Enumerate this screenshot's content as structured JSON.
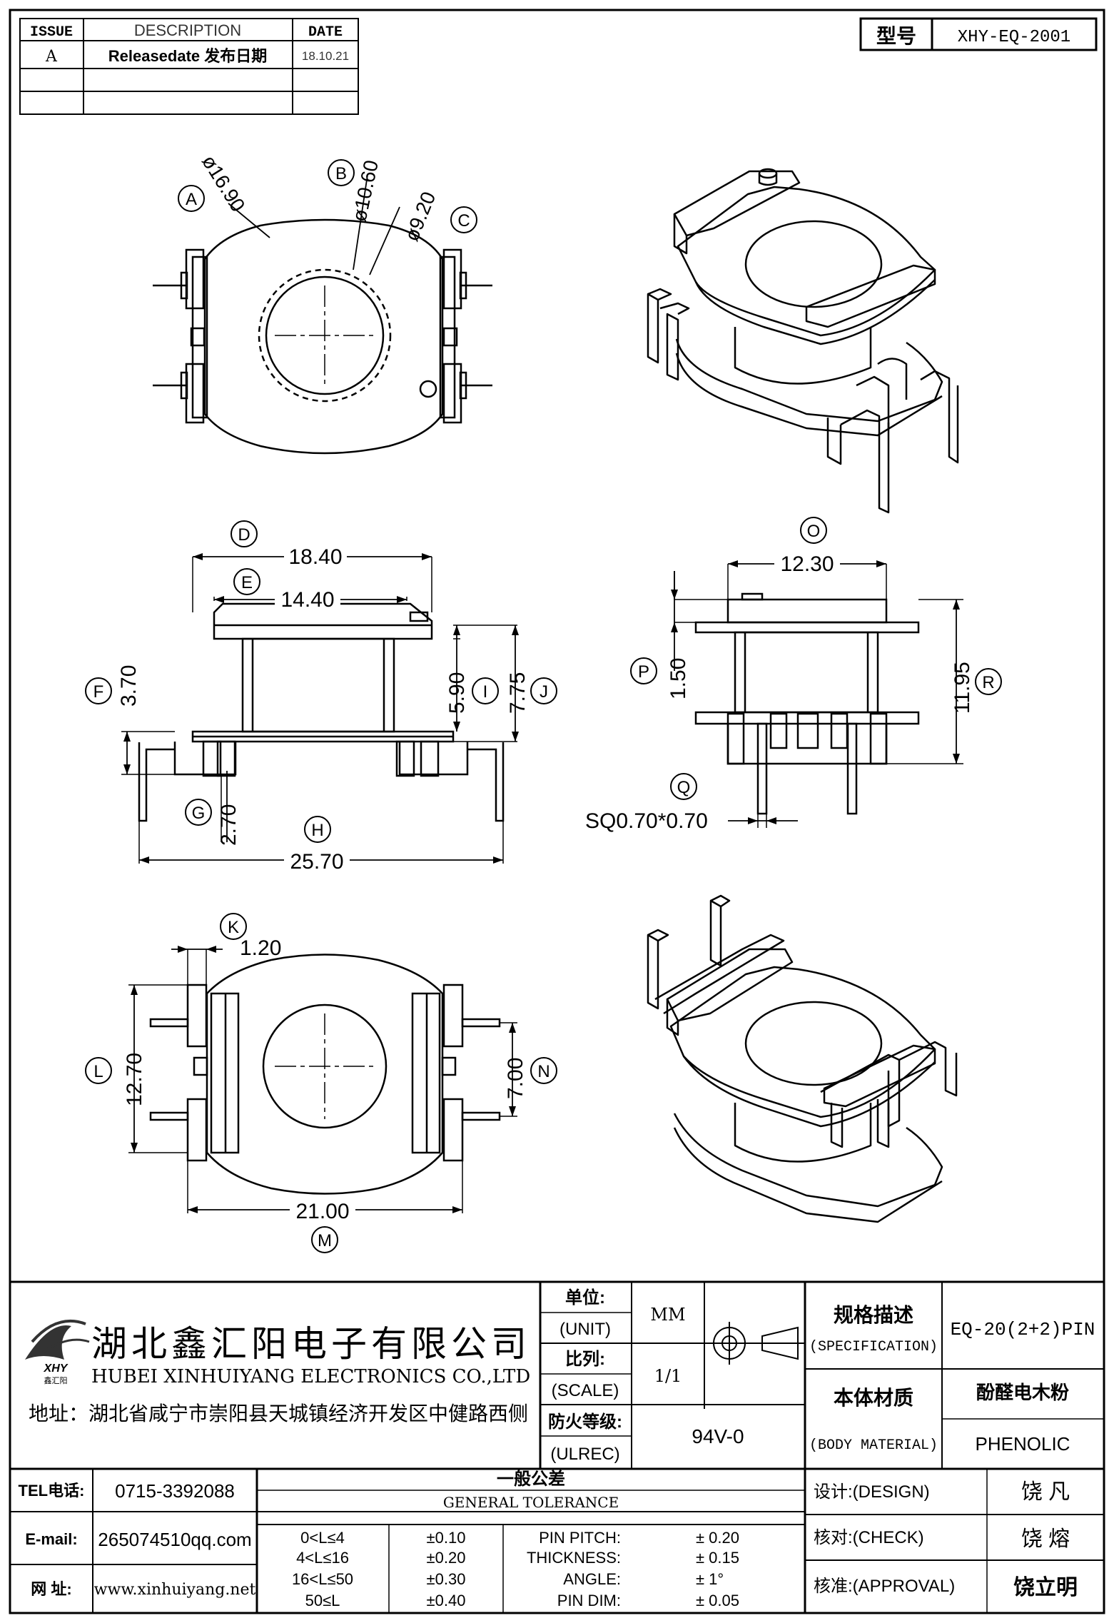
{
  "revision_table": {
    "headers": {
      "issue": "ISSUE",
      "description": "DESCRIPTION",
      "date": "DATE"
    },
    "rows": [
      {
        "issue": "A",
        "description": "Releasedate 发布日期",
        "date": "18.10.21"
      },
      {
        "issue": "",
        "description": "",
        "date": ""
      },
      {
        "issue": "",
        "description": "",
        "date": ""
      }
    ]
  },
  "model_box": {
    "label": "型号",
    "value": "XHY-EQ-2001"
  },
  "top_view": {
    "labels": [
      "A",
      "B",
      "C"
    ],
    "dims": [
      "ø16.90",
      "ø10.60",
      "ø9.20"
    ]
  },
  "front_view": {
    "labels": [
      "D",
      "E",
      "F",
      "G",
      "H",
      "I",
      "J"
    ],
    "dims": [
      "18.40",
      "14.40",
      "3.70",
      "2.70",
      "25.70",
      "5.90",
      "7.75"
    ]
  },
  "side_view": {
    "labels": [
      "O",
      "P",
      "Q",
      "R"
    ],
    "dims": [
      "12.30",
      "1.50",
      "SQ0.70*0.70",
      "11.95"
    ]
  },
  "bottom_view": {
    "labels": [
      "K",
      "L",
      "M",
      "N"
    ],
    "dims": [
      "1.20",
      "12.70",
      "21.00",
      "7.00"
    ]
  },
  "company": {
    "name_cn": "湖北鑫汇阳电子有限公司",
    "name_en": "HUBEI XINHUIYANG ELECTRONICS CO.,LTD",
    "address": "地址：湖北省咸宁市崇阳县天城镇经济开发区中健路西侧",
    "logo_text": "XHY",
    "logo_sub": "鑫汇阳"
  },
  "spec": {
    "unit_label": "单位:",
    "unit_label_en": "(UNIT)",
    "unit_value": "MM",
    "scale_label": "比列:",
    "scale_label_en": "(SCALE)",
    "scale_value": "1/1",
    "ulrec_label": "防火等级:",
    "ulrec_label_en": "(ULREC)",
    "ulrec_value": "94V-0",
    "spec_label": "规格描述",
    "spec_label_en": "(SPECIFICATION)",
    "spec_value": "EQ-20(2+2)PIN",
    "material_label": "本体材质",
    "material_label_en": "(BODY MATERIAL)",
    "material_value": "酚醛电木粉",
    "material_value_en": "PHENOLIC"
  },
  "contact": {
    "tel_label": "TEL电话:",
    "tel": "0715-3392088",
    "email_label": "E-mail:",
    "email": "265074510qq.com",
    "web_label": "网  址:",
    "web": "www.xinhuiyang.net"
  },
  "tolerance": {
    "title": "一般公差",
    "title_en": "GENERAL TOLERANCE",
    "ranges": [
      {
        "range": "0<L≤4",
        "tol": "±0.10"
      },
      {
        "range": "4<L≤16",
        "tol": "±0.20"
      },
      {
        "range": "16<L≤50",
        "tol": "±0.30"
      },
      {
        "range": "50≤L",
        "tol": "±0.40"
      }
    ],
    "items": [
      {
        "label": "PIN PITCH:",
        "value": "±  0.20"
      },
      {
        "label": "THICKNESS:",
        "value": "±  0.15"
      },
      {
        "label": "ANGLE:",
        "value": "±  1°"
      },
      {
        "label": "PIN DIM:",
        "value": "±  0.05"
      }
    ]
  },
  "approvals": [
    {
      "label": "设计:(DESIGN)",
      "name": "饶  凡"
    },
    {
      "label": "核对:(CHECK)",
      "name": "饶  熔"
    },
    {
      "label": "核准:(APPROVAL)",
      "name": "饶立明"
    }
  ]
}
